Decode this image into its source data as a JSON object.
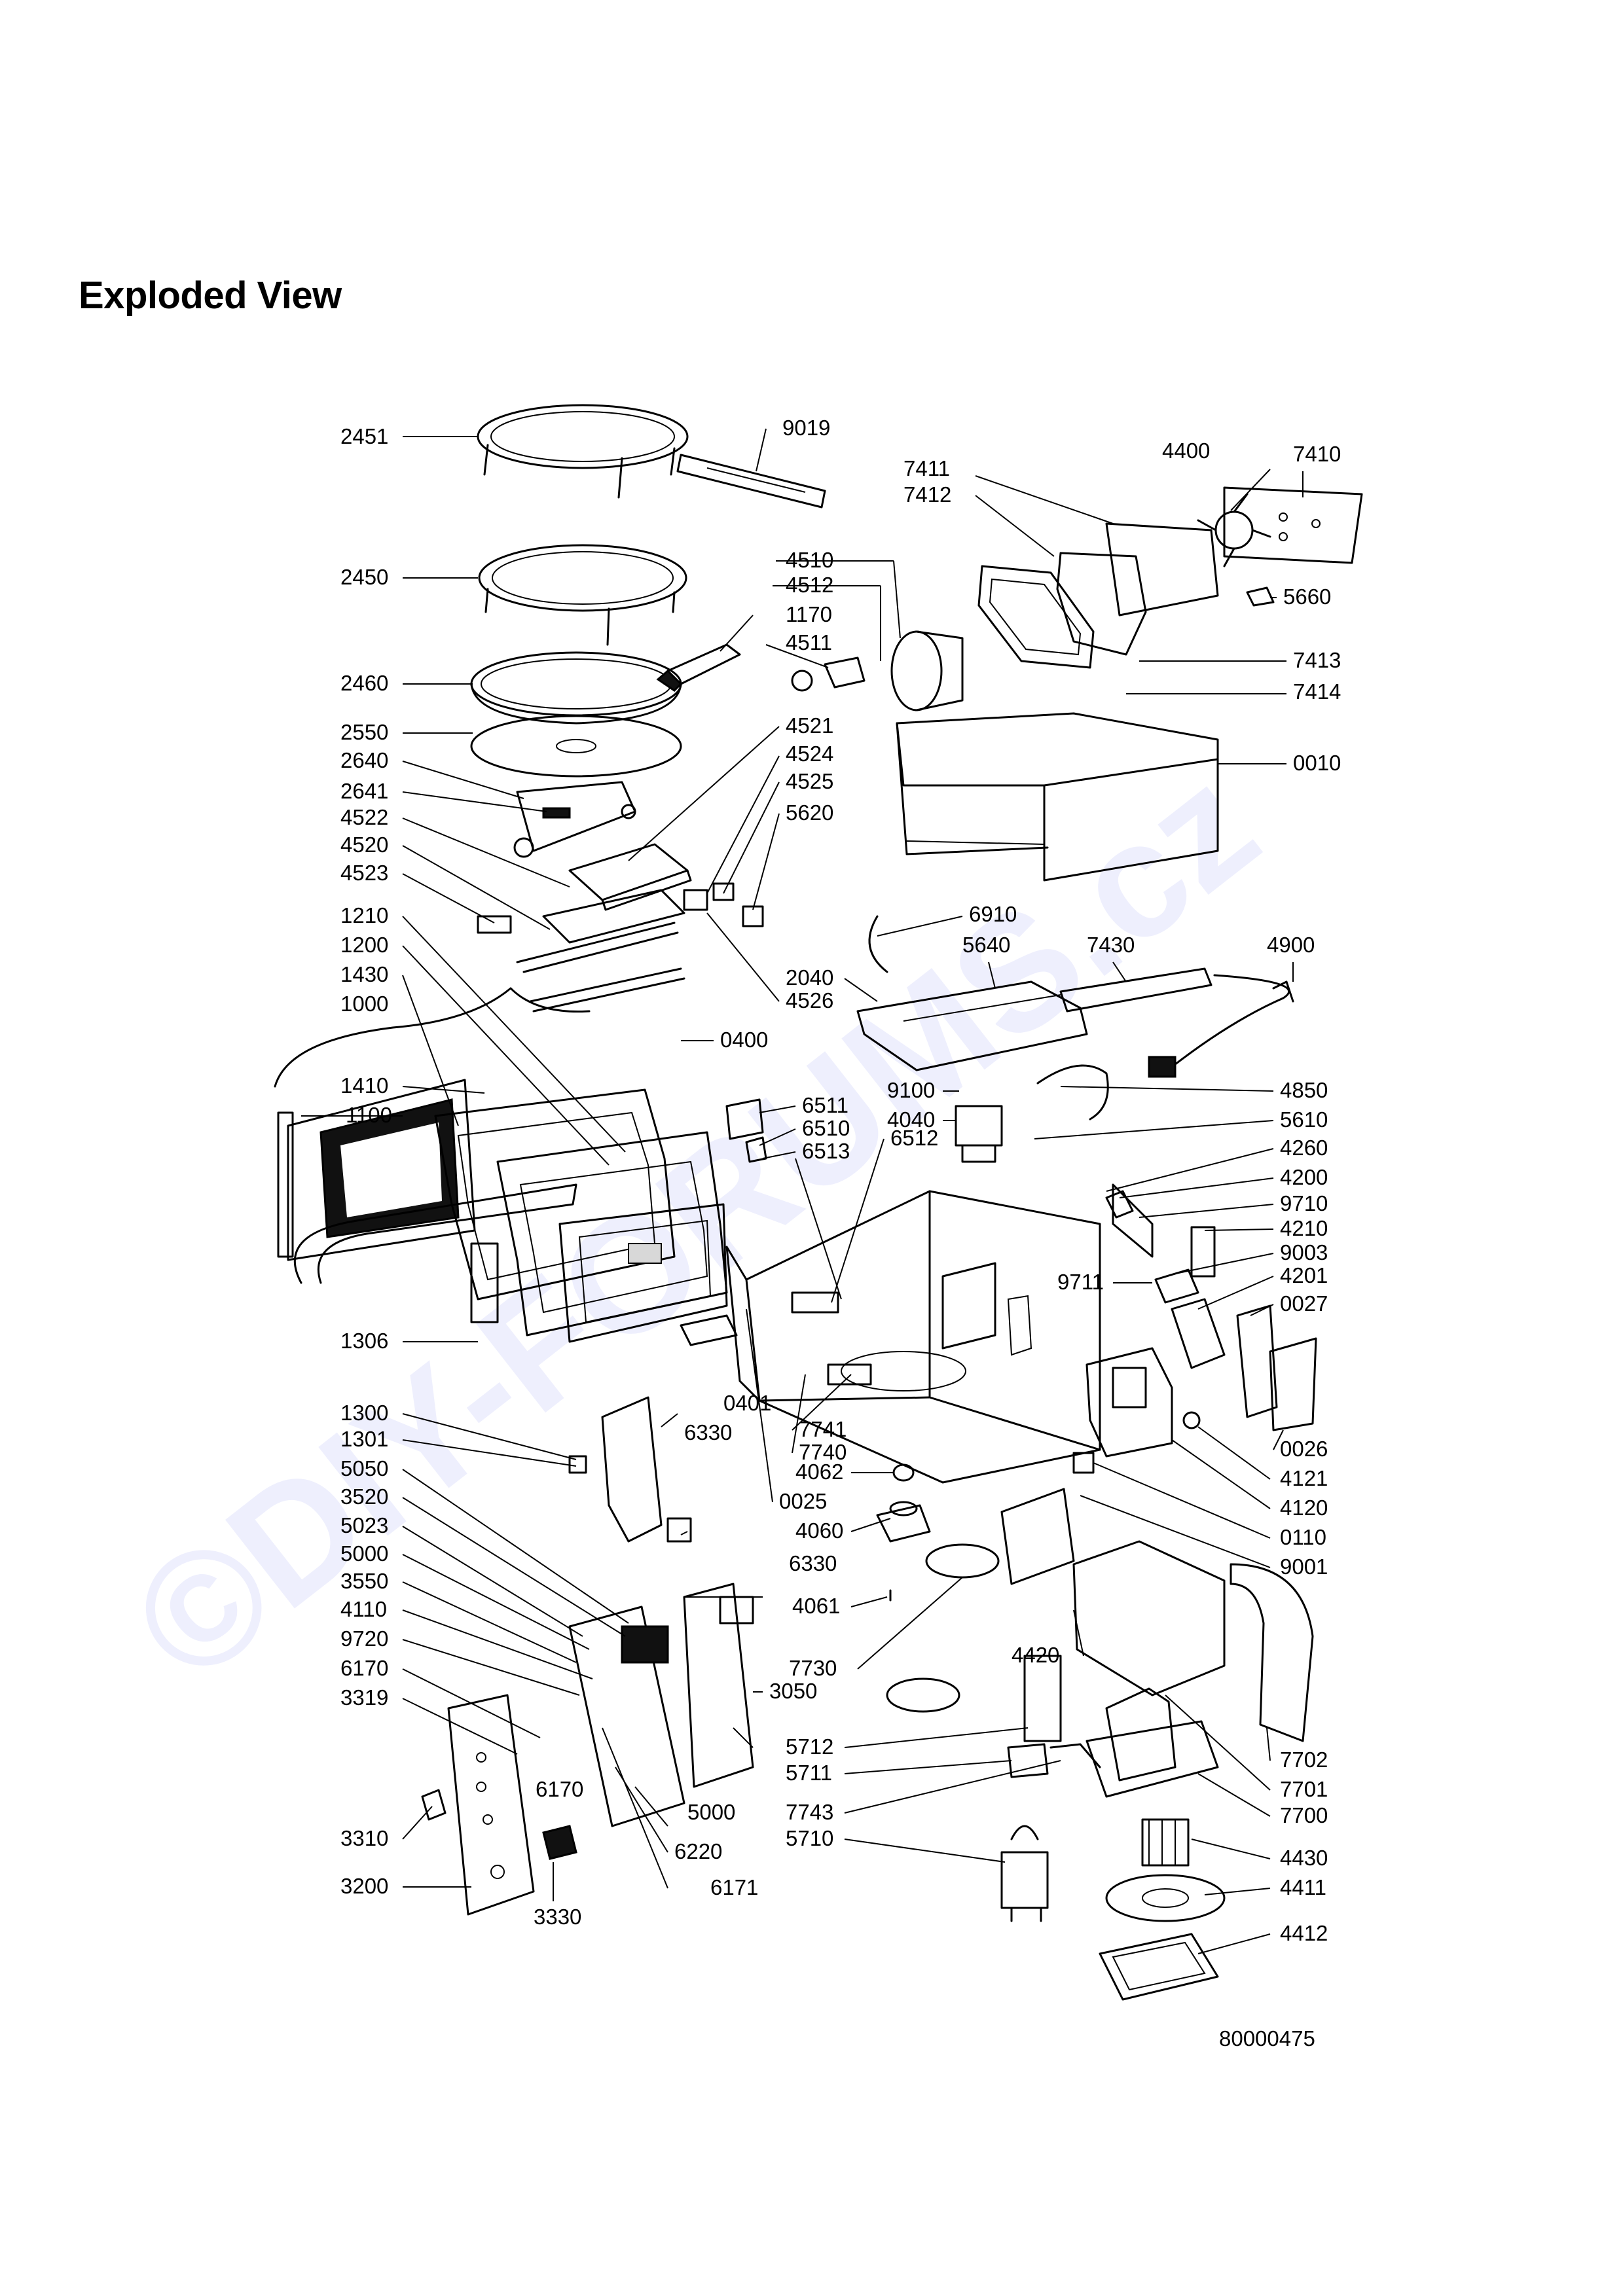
{
  "title": "Exploded View",
  "doc_number": "80000475",
  "watermark": "©DIY-FORUMS.cz",
  "labels": [
    "2451",
    "9019",
    "7411",
    "4400",
    "7410",
    "7412",
    "2450",
    "4510",
    "4512",
    "5660",
    "1170",
    "4511",
    "7413",
    "2460",
    "7414",
    "2550",
    "4521",
    "4524",
    "0010",
    "2640",
    "4525",
    "2641",
    "5620",
    "4522",
    "4520",
    "4523",
    "1210",
    "6910",
    "1200",
    "5640",
    "7430",
    "4900",
    "1430",
    "2040",
    "4526",
    "1000",
    "0400",
    "1410",
    "1100",
    "9100",
    "4850",
    "6511",
    "6510",
    "4040",
    "5610",
    "6513",
    "6512",
    "4260",
    "4200",
    "9710",
    "4210",
    "9003",
    "9711",
    "4201",
    "0027",
    "1306",
    "0401",
    "1300",
    "7741",
    "6330",
    "1301",
    "7740",
    "0026",
    "4062",
    "4121",
    "5050",
    "0025",
    "4120",
    "3520",
    "0110",
    "5023",
    "4060",
    "6330",
    "9001",
    "5000",
    "3550",
    "4061",
    "4110",
    "9720",
    "7730",
    "4420",
    "6170",
    "3050",
    "3319",
    "7702",
    "5712",
    "6170",
    "7701",
    "5711",
    "5000",
    "3310",
    "7743",
    "6220",
    "7700",
    "4430",
    "5710",
    "3200",
    "6171",
    "4411",
    "3330",
    "4412"
  ],
  "colors": {
    "ink": "#000000",
    "watermark": "#4650e6"
  }
}
